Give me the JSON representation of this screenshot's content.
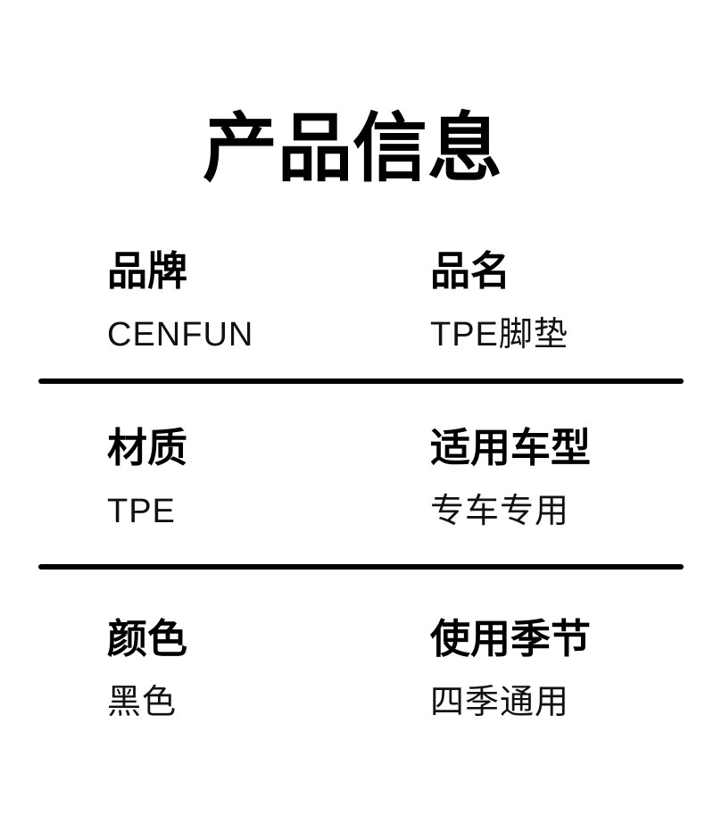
{
  "page": {
    "title": "产品信息",
    "background": "#ffffff",
    "ink": "#000000"
  },
  "specs": [
    {
      "left": {
        "label": "品牌",
        "value": "CENFUN"
      },
      "right": {
        "label": "品名",
        "value": "TPE脚垫"
      }
    },
    {
      "left": {
        "label": "材质",
        "value": "TPE"
      },
      "right": {
        "label": "适用车型",
        "value": "专车专用"
      }
    },
    {
      "left": {
        "label": "颜色",
        "value": "黑色"
      },
      "right": {
        "label": "使用季节",
        "value": "四季通用"
      }
    }
  ],
  "dividers": {
    "color": "#000000"
  }
}
